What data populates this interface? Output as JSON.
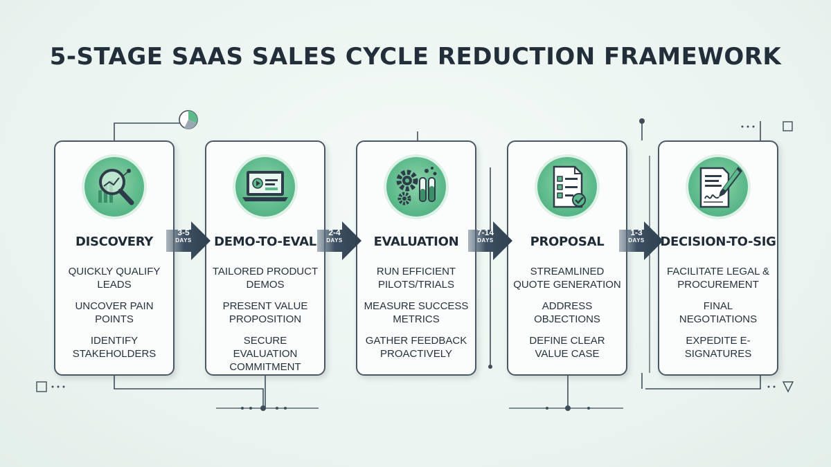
{
  "title": "5-STAGE SAAS SALES CYCLE REDUCTION FRAMEWORK",
  "colors": {
    "accent_green": "#5dba8a",
    "border": "#4a5866",
    "arrow": "#3d4f61",
    "text": "#222e3a"
  },
  "stages": [
    {
      "name": "DISCOVERY",
      "icon": "magnifier-chart-icon",
      "items": [
        "QUICKLY QUALIFY LEADS",
        "UNCOVER PAIN POINTS",
        "IDENTIFY STAKEHOLDERS"
      ]
    },
    {
      "name": "DEMO-TO-EVAL",
      "icon": "laptop-video-icon",
      "items": [
        "TAILORED PRODUCT DEMOS",
        "PRESENT VALUE PROPOSITION",
        "SECURE EVALUATION COMMITMENT"
      ]
    },
    {
      "name": "EVALUATION",
      "icon": "gears-testtubes-icon",
      "items": [
        "RUN EFFICIENT PILOTS/TRIALS",
        "MEASURE SUCCESS METRICS",
        "GATHER FEEDBACK PROACTIVELY"
      ]
    },
    {
      "name": "PROPOSAL",
      "icon": "checklist-document-icon",
      "items": [
        "STREAMLINED QUOTE GENERATION",
        "ADDRESS OBJECTIONS",
        "DEFINE CLEAR VALUE CASE"
      ]
    },
    {
      "name": "DECISION-TO-SIG",
      "icon": "document-pen-signature-icon",
      "items": [
        "FACILITATE LEGAL & PROCUREMENT",
        "FINAL NEGOTIATIONS",
        "EXPEDITE E-SIGNATURES"
      ]
    }
  ],
  "transitions": [
    {
      "days": "3-5",
      "unit": "DAYS"
    },
    {
      "days": "2-4",
      "unit": "DAYS"
    },
    {
      "days": "7-14",
      "unit": "DAYS"
    },
    {
      "days": "1-3",
      "unit": "DAYS"
    }
  ]
}
